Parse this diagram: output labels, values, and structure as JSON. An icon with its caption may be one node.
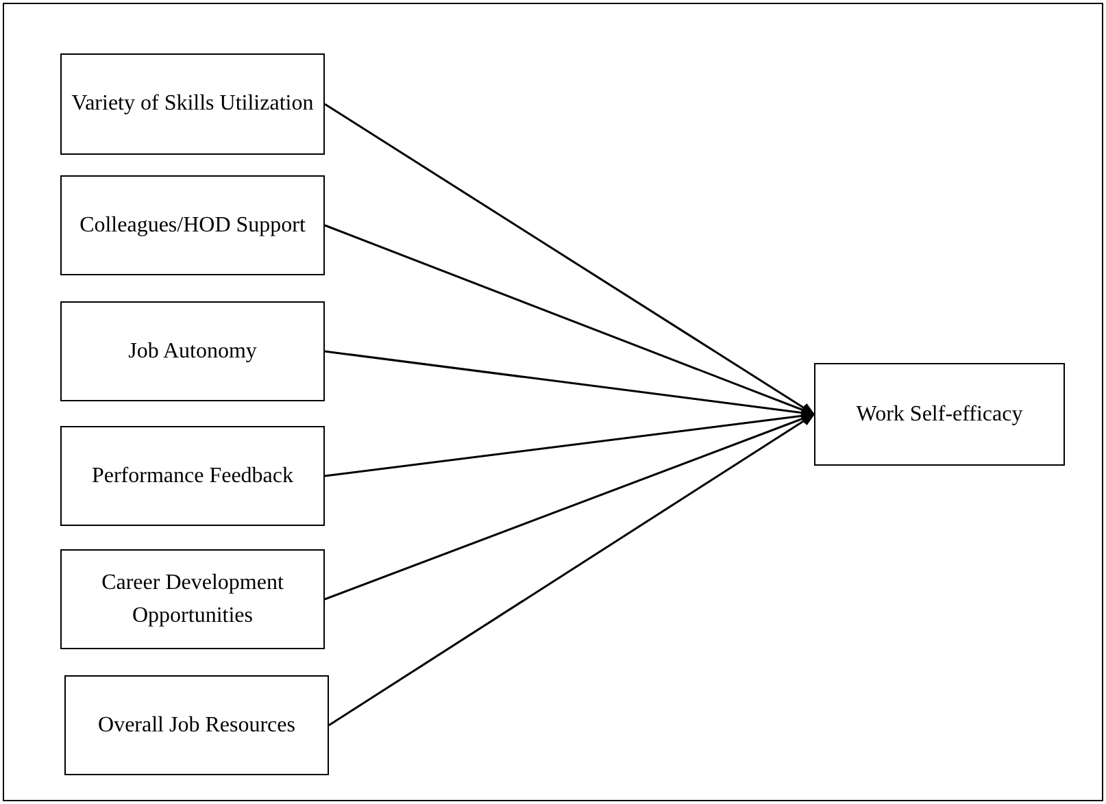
{
  "diagram": {
    "nodes": [
      {
        "text": [
          "Variety of Skills Utilization"
        ]
      },
      {
        "text": [
          "Colleagues/HOD Support"
        ]
      },
      {
        "text": [
          "Job Autonomy"
        ]
      },
      {
        "text": [
          "Performance Feedback"
        ]
      },
      {
        "text": [
          "Career Development Opportunities"
        ]
      },
      {
        "text": [
          "Overall Job Resources"
        ]
      },
      {
        "text": [
          "Work Self-efficacy"
        ]
      }
    ],
    "edges": [
      {
        "from": 0,
        "to": 6,
        "arrow": "to"
      },
      {
        "from": 1,
        "to": 6,
        "arrow": "to"
      },
      {
        "from": 2,
        "to": 6,
        "arrow": "to"
      },
      {
        "from": 3,
        "to": 6,
        "arrow": "to"
      },
      {
        "from": 4,
        "to": 6,
        "arrow": "to"
      },
      {
        "from": 5,
        "to": 6,
        "arrow": "to"
      }
    ]
  }
}
